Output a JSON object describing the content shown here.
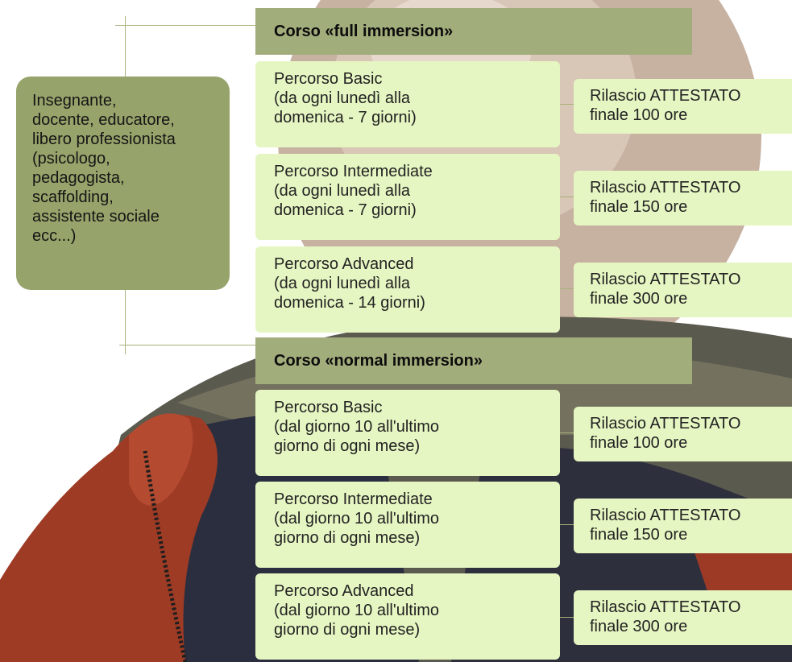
{
  "audience": {
    "lines": [
      "Insegnante,",
      "docente, educatore,",
      "libero professionista",
      "(psicologo,",
      "pedagogista,",
      "scaffolding,",
      "assistente sociale",
      "ecc...)"
    ]
  },
  "sections": [
    {
      "header": "Corso «full immersion»",
      "paths": [
        {
          "lines": [
            "Percorso Basic",
            "(da ogni lunedì alla",
            "domenica - 7 giorni)"
          ],
          "cert": [
            "Rilascio ATTESTATO",
            "finale 100 ore"
          ]
        },
        {
          "lines": [
            "Percorso Intermediate",
            "(da ogni lunedì alla",
            "domenica - 7 giorni)"
          ],
          "cert": [
            "Rilascio ATTESTATO",
            "finale 150 ore"
          ]
        },
        {
          "lines": [
            "Percorso Advanced",
            "(da ogni lunedì alla",
            "domenica - 14 giorni)"
          ],
          "cert": [
            "Rilascio ATTESTATO",
            "finale 300 ore"
          ]
        }
      ]
    },
    {
      "header": "Corso «normal immersion»",
      "paths": [
        {
          "lines": [
            "Percorso Basic",
            "(dal giorno 10 all'ultimo",
            "giorno di ogni mese)"
          ],
          "cert": [
            "Rilascio ATTESTATO",
            "finale 100 ore"
          ]
        },
        {
          "lines": [
            "Percorso Intermediate",
            "(dal giorno 10 all'ultimo",
            "giorno di ogni mese)"
          ],
          "cert": [
            "Rilascio ATTESTATO",
            "finale 150 ore"
          ]
        },
        {
          "lines": [
            "Percorso Advanced",
            "(dal giorno 10 all'ultimo",
            "giorno di ogni mese)"
          ],
          "cert": [
            "Rilascio ATTESTATO",
            "finale 300 ore"
          ]
        }
      ]
    }
  ]
}
